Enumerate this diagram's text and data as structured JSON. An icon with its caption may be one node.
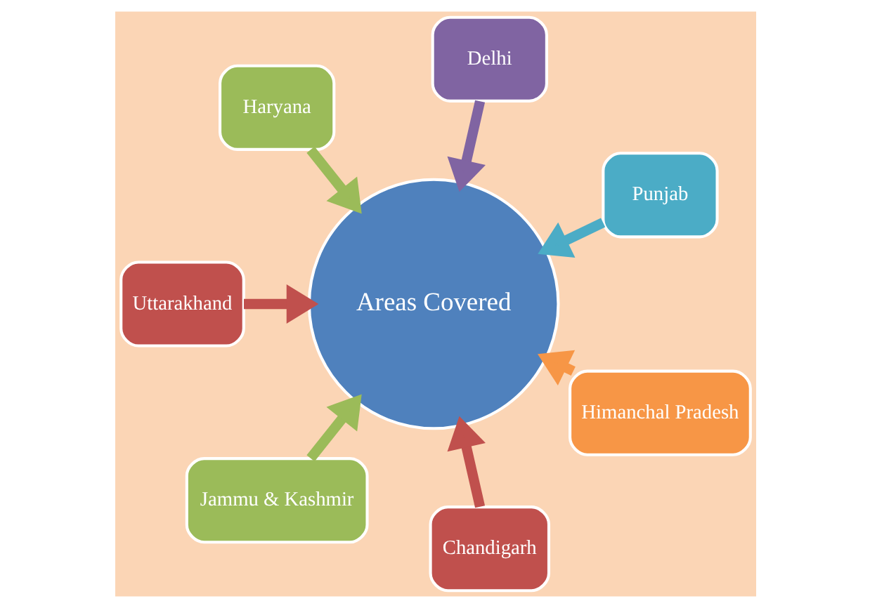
{
  "diagram": {
    "nodes": [
      {
        "text": [
          "Punjab"
        ]
      },
      {
        "text": [
          "Delhi"
        ]
      },
      {
        "text": [
          "Himanchal Pradesh"
        ]
      },
      {
        "text": [
          "Haryana"
        ]
      },
      {
        "text": [
          "Chandigarh"
        ]
      },
      {
        "text": [
          "Uttarakhand"
        ]
      },
      {
        "text": [
          "Areas Covered"
        ]
      },
      {
        "text": [
          "Jammu & Kashmir"
        ]
      }
    ],
    "edges": [
      {
        "from": 5,
        "to": 6,
        "arrow": "to",
        "color": "#c0504d"
      },
      {
        "from": 3,
        "to": 6,
        "arrow": "to",
        "color": "#9bbb59"
      },
      {
        "from": 1,
        "to": 6,
        "arrow": "to",
        "color": "#8064a2"
      },
      {
        "from": 0,
        "to": 6,
        "arrow": "to",
        "color": "#4bacc6"
      },
      {
        "from": 2,
        "to": 6,
        "arrow": "to",
        "color": "#f79646"
      },
      {
        "from": 4,
        "to": 6,
        "arrow": "to",
        "color": "#c0504d"
      },
      {
        "from": 7,
        "to": 6,
        "arrow": "to",
        "color": "#9bbb59"
      }
    ]
  }
}
